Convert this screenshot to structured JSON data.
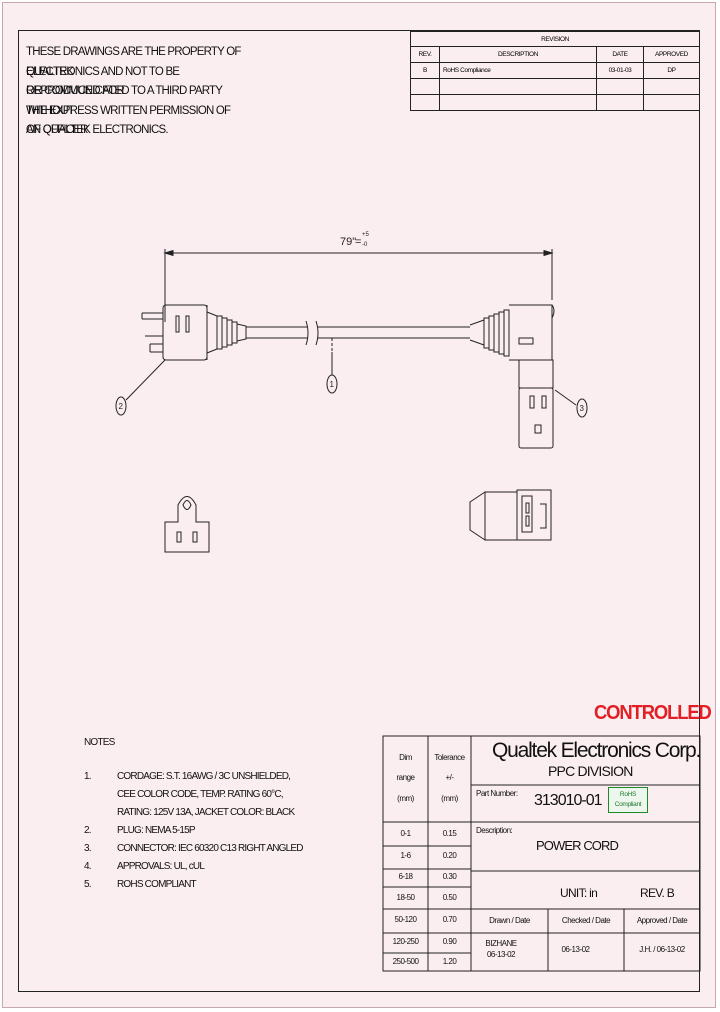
{
  "notice": {
    "lines": [
      "THESE DRAWINGS ARE THE PROPERTY OF QUALTEK",
      "ELECTRONICS AND NOT TO BE REPRODUCED FOR",
      "OR COMMUNICATED TO A THIRD PARTY WITHOUT",
      "THE EXPRESS WRITTEN PERMISSION OF AN OFFICER",
      "OF QUALTEK ELECTRONICS."
    ]
  },
  "revisions": {
    "title": "REVISION",
    "headers": [
      "REV.",
      "DESCRIPTION",
      "DATE",
      "APPROVED"
    ],
    "rows": [
      [
        "B",
        "RoHS Compliance",
        "03-01-03",
        "DP"
      ],
      [
        "",
        "",
        "",
        ""
      ],
      [
        "",
        "",
        "",
        ""
      ]
    ]
  },
  "drawing": {
    "length_label": "79\"",
    "tolerance_plus": "+5",
    "tolerance_minus": "-0",
    "balloons": [
      "1",
      "2",
      "3"
    ]
  },
  "controlled_stamp": "CONTROLLED",
  "notes": {
    "heading": "NOTES",
    "items": [
      {
        "num": "1.",
        "lines": [
          "CORDAGE: S.T. 16AWG / 3C UNSHIELDED,",
          "CEE COLOR CODE, TEMP. RATING 60°C,",
          "RATING: 125V 13A, JACKET COLOR: BLACK"
        ]
      },
      {
        "num": "2.",
        "lines": [
          "PLUG: NEMA 5-15P"
        ]
      },
      {
        "num": "3.",
        "lines": [
          "CONNECTOR: IEC 60320 C13 RIGHT ANGLED"
        ]
      },
      {
        "num": "4.",
        "lines": [
          "APPROVALS: UL, cUL"
        ]
      },
      {
        "num": "5.",
        "lines": [
          "ROHS COMPLIANT"
        ]
      }
    ]
  },
  "tolerance_table": {
    "header_dim": [
      "Dim",
      "range",
      "(mm)"
    ],
    "header_tol": [
      "Tolerance",
      "+/-",
      "(mm)"
    ],
    "rows": [
      [
        "0-1",
        "0.15"
      ],
      [
        "1-6",
        "0.20"
      ],
      [
        "6-18",
        "0.30"
      ],
      [
        "18-50",
        "0.50"
      ],
      [
        "50-120",
        "0.70"
      ],
      [
        "120-250",
        "0.90"
      ],
      [
        "250-500",
        "1.20"
      ]
    ]
  },
  "title_block": {
    "company": "Qualtek Electronics Corp.",
    "division": "PPC DIVISION",
    "part_number_label": "Part Number:",
    "part_number": "313010-01",
    "rohs_badge": [
      "RoHS",
      "Compliant"
    ],
    "description_label": "Description:",
    "description": "POWER CORD",
    "unit": "UNIT: in",
    "rev": "REV. B",
    "drawn_label": "Drawn / Date",
    "checked_label": "Checked / Date",
    "approved_label": "Approved / Date",
    "drawn_value": [
      "BIZHANE",
      "06-13-02"
    ],
    "checked_value": "06-13-02",
    "approved_value": "J.H. / 06-13-02"
  }
}
